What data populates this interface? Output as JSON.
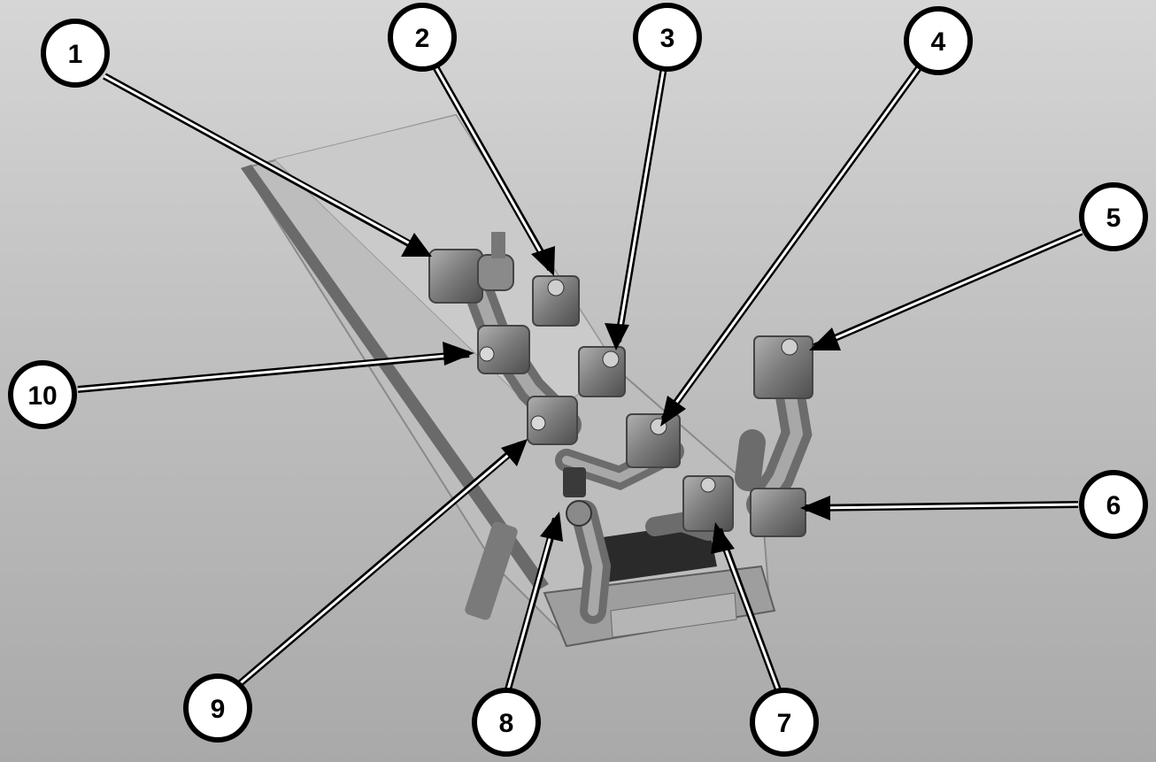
{
  "figure": {
    "background_color": "#c4c4c4",
    "part_color": "#8c8c8c",
    "callouts": [
      {
        "label": "1"
      },
      {
        "label": "2"
      },
      {
        "label": "3"
      },
      {
        "label": "4"
      },
      {
        "label": "5"
      },
      {
        "label": "6"
      },
      {
        "label": "7"
      },
      {
        "label": "8"
      },
      {
        "label": "9"
      },
      {
        "label": "10"
      }
    ]
  }
}
